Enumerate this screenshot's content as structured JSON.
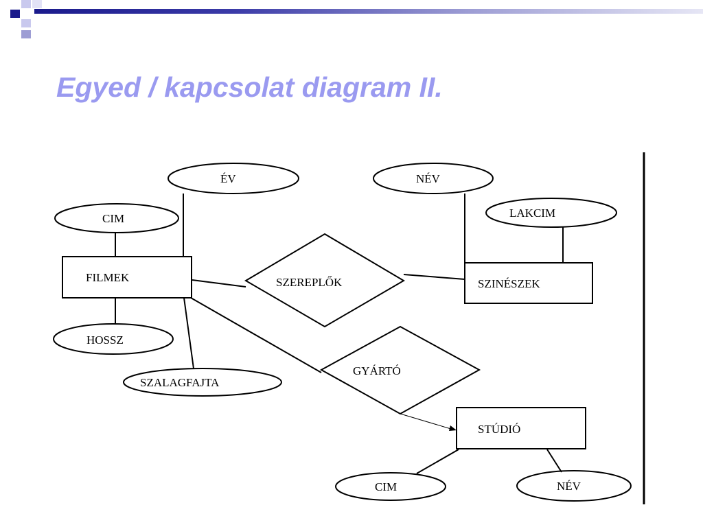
{
  "slide": {
    "title": "Egyed / kapcsolat diagram II."
  },
  "colors": {
    "title": "#9a9af0",
    "accent_dark": "#1a1a8c",
    "accent_light": "#9d9dd4"
  },
  "diagram": {
    "entities": {
      "filmek": "FILMEK",
      "szineszek": "SZINÉSZEK",
      "studio": "STÚDIÓ"
    },
    "relationships": {
      "szereplok": "SZEREPLŐK",
      "gyarto": "GYÁRTÓ"
    },
    "attributes": {
      "filmek_ev": "ÉV",
      "filmek_cim": "CIM",
      "filmek_hossz": "HOSSZ",
      "filmek_szalagfajta": "SZALAGFAJTA",
      "szineszek_nev": "NÉV",
      "szineszek_lakcim": "LAKCIM",
      "studio_cim": "CIM",
      "studio_nev": "NÉV"
    }
  }
}
